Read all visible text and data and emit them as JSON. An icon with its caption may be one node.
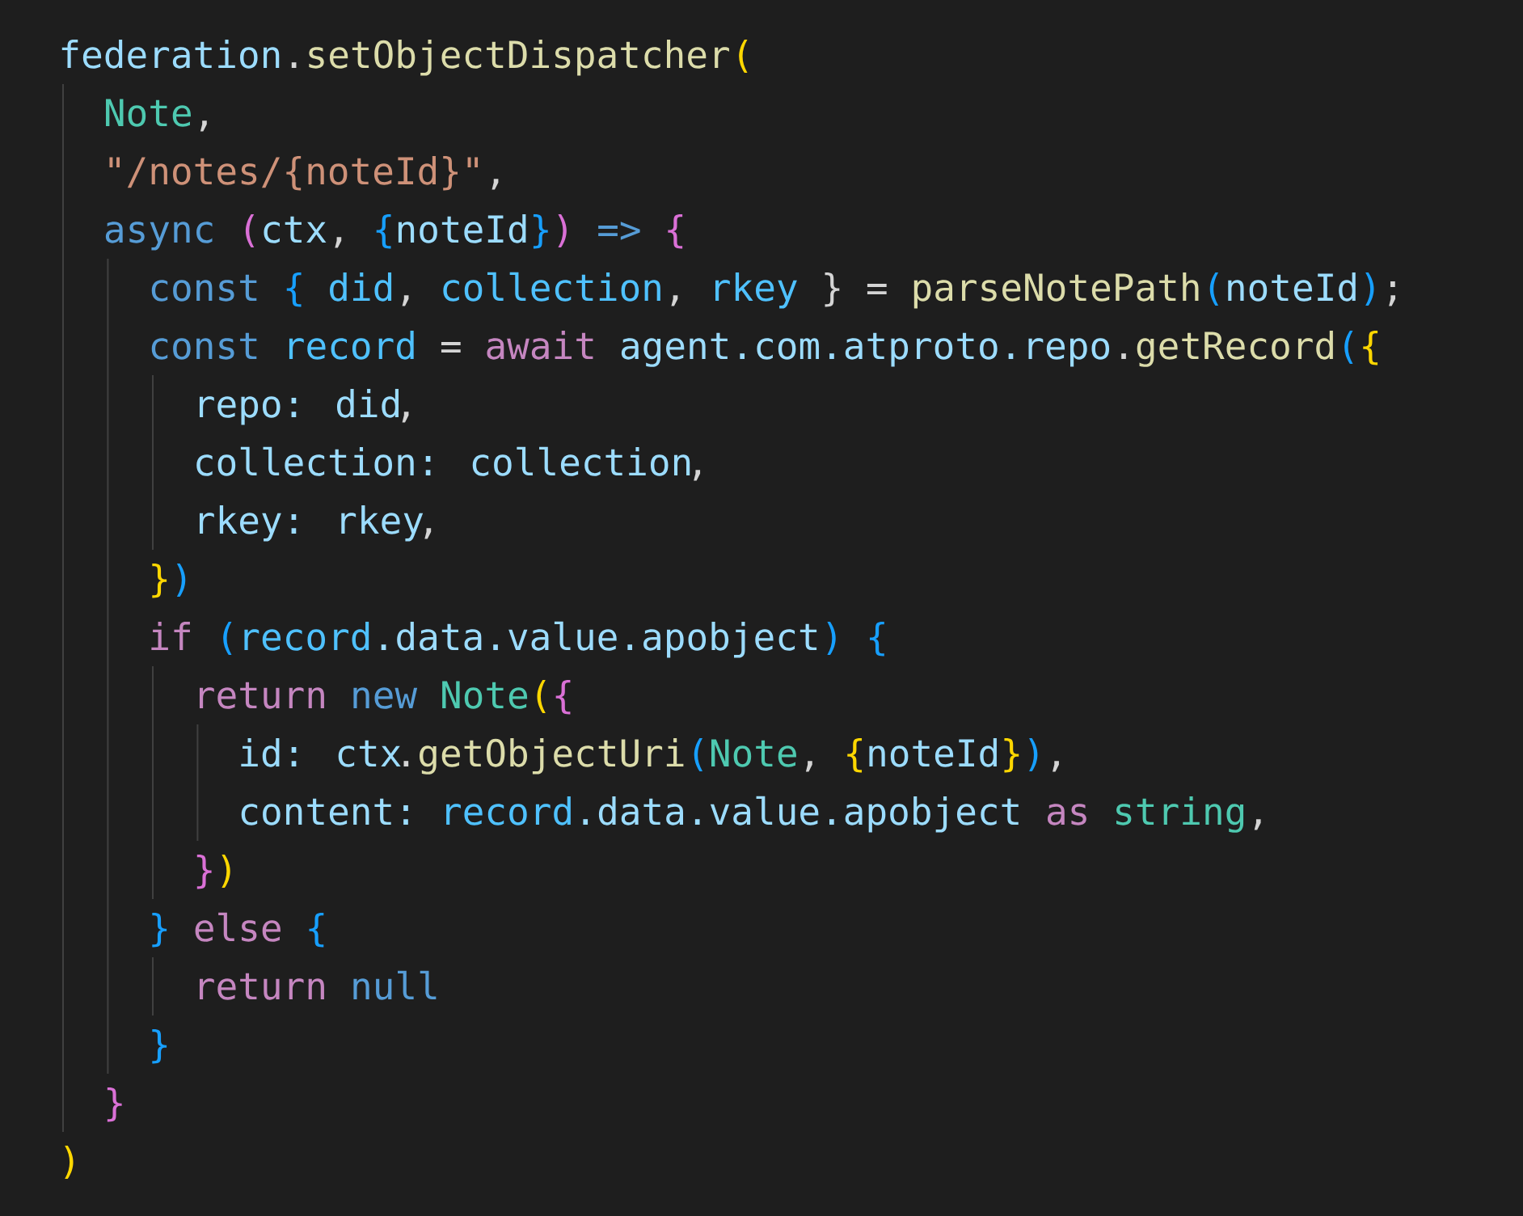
{
  "diagram": {
    "labels": [
      "federation",
      ".",
      "setObjectDispatcher",
      "(",
      "Note",
      ",",
      "\"/notes/{noteId}\"",
      ",",
      "async",
      "(",
      "ctx",
      ",",
      "{",
      "noteId",
      "}",
      ")",
      "=>",
      "{",
      "const",
      "{",
      "did",
      ",",
      "collection",
      ",",
      "rkey",
      "} =",
      "parseNotePath",
      "(",
      "noteId",
      ")",
      ";",
      "const",
      "record",
      "=",
      "await",
      "agent.com.atproto.repo",
      ".",
      "getRecord",
      "(",
      "{",
      "repo: did",
      ",",
      "collection: collection",
      ",",
      "rkey: rkey",
      ",",
      "}",
      ")",
      "if",
      "(",
      "record",
      ".data.value.apobject",
      ")",
      "{",
      "return",
      "new",
      "Note",
      "(",
      "{",
      "id: ctx",
      ".",
      "getObjectUri",
      "(",
      "Note",
      ",",
      "{",
      "noteId",
      "}",
      ")",
      ",",
      "content:",
      "record",
      ".data.value.apobject",
      "as",
      "string",
      ",",
      "}",
      ")",
      "}",
      "else",
      "{",
      "return",
      "null",
      "}",
      "}",
      ")"
    ]
  }
}
